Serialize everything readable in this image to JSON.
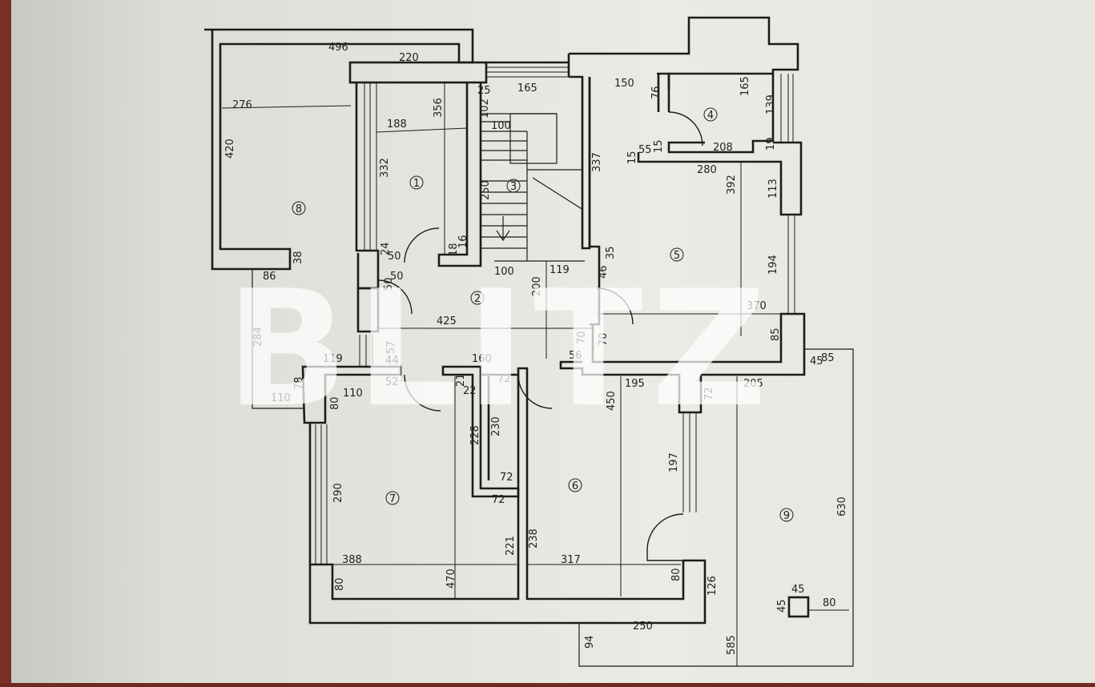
{
  "watermark": "BLITZ",
  "rooms": [
    "1",
    "2",
    "3",
    "4",
    "5",
    "6",
    "7",
    "8",
    "9"
  ],
  "dimensions": {
    "d496": "496",
    "d220": "220",
    "d276": "276",
    "d420": "420",
    "d38": "38",
    "d86": "86",
    "d284": "284",
    "d110a": "110",
    "d119a": "119",
    "d78": "78",
    "d188": "188",
    "d356": "356",
    "d332": "332",
    "d50a": "50",
    "d24": "24",
    "d18": "18",
    "d16": "16",
    "d25": "25",
    "d165a": "165",
    "d102": "102",
    "d100a": "100",
    "d250a": "250",
    "d150": "150",
    "d76": "76",
    "d165b": "165",
    "d139": "139",
    "d337": "337",
    "d55": "55",
    "d15a": "15",
    "d15b": "15",
    "d208": "208",
    "d19": "19",
    "d280": "280",
    "d392": "392",
    "d113": "113",
    "d35": "35",
    "d46": "46",
    "d194": "194",
    "d370": "370",
    "d85a": "85",
    "d50b": "50",
    "d50c": "50",
    "d100b": "100",
    "d119b": "119",
    "d200": "200",
    "d425": "425",
    "d57": "57",
    "d44": "44",
    "d70a": "70",
    "d70b": "70",
    "d56": "56",
    "d160": "160",
    "d52": "52",
    "d21": "21",
    "d22": "22",
    "d72a": "72",
    "d110b": "110",
    "d80a": "80",
    "d290": "290",
    "d228": "228",
    "d230": "230",
    "d72b": "72",
    "d72c": "72",
    "d388": "388",
    "d80b": "80",
    "d470": "470",
    "d221": "221",
    "d238": "238",
    "d450": "450",
    "d195": "195",
    "d72d": "72",
    "d197": "197",
    "d317": "317",
    "d80c": "80",
    "d126": "126",
    "d205": "205",
    "d45a": "45",
    "d85b": "85",
    "d630": "630",
    "d45b": "45",
    "d45c": "45",
    "d80d": "80",
    "d250b": "250",
    "d94": "94",
    "d585": "585"
  }
}
